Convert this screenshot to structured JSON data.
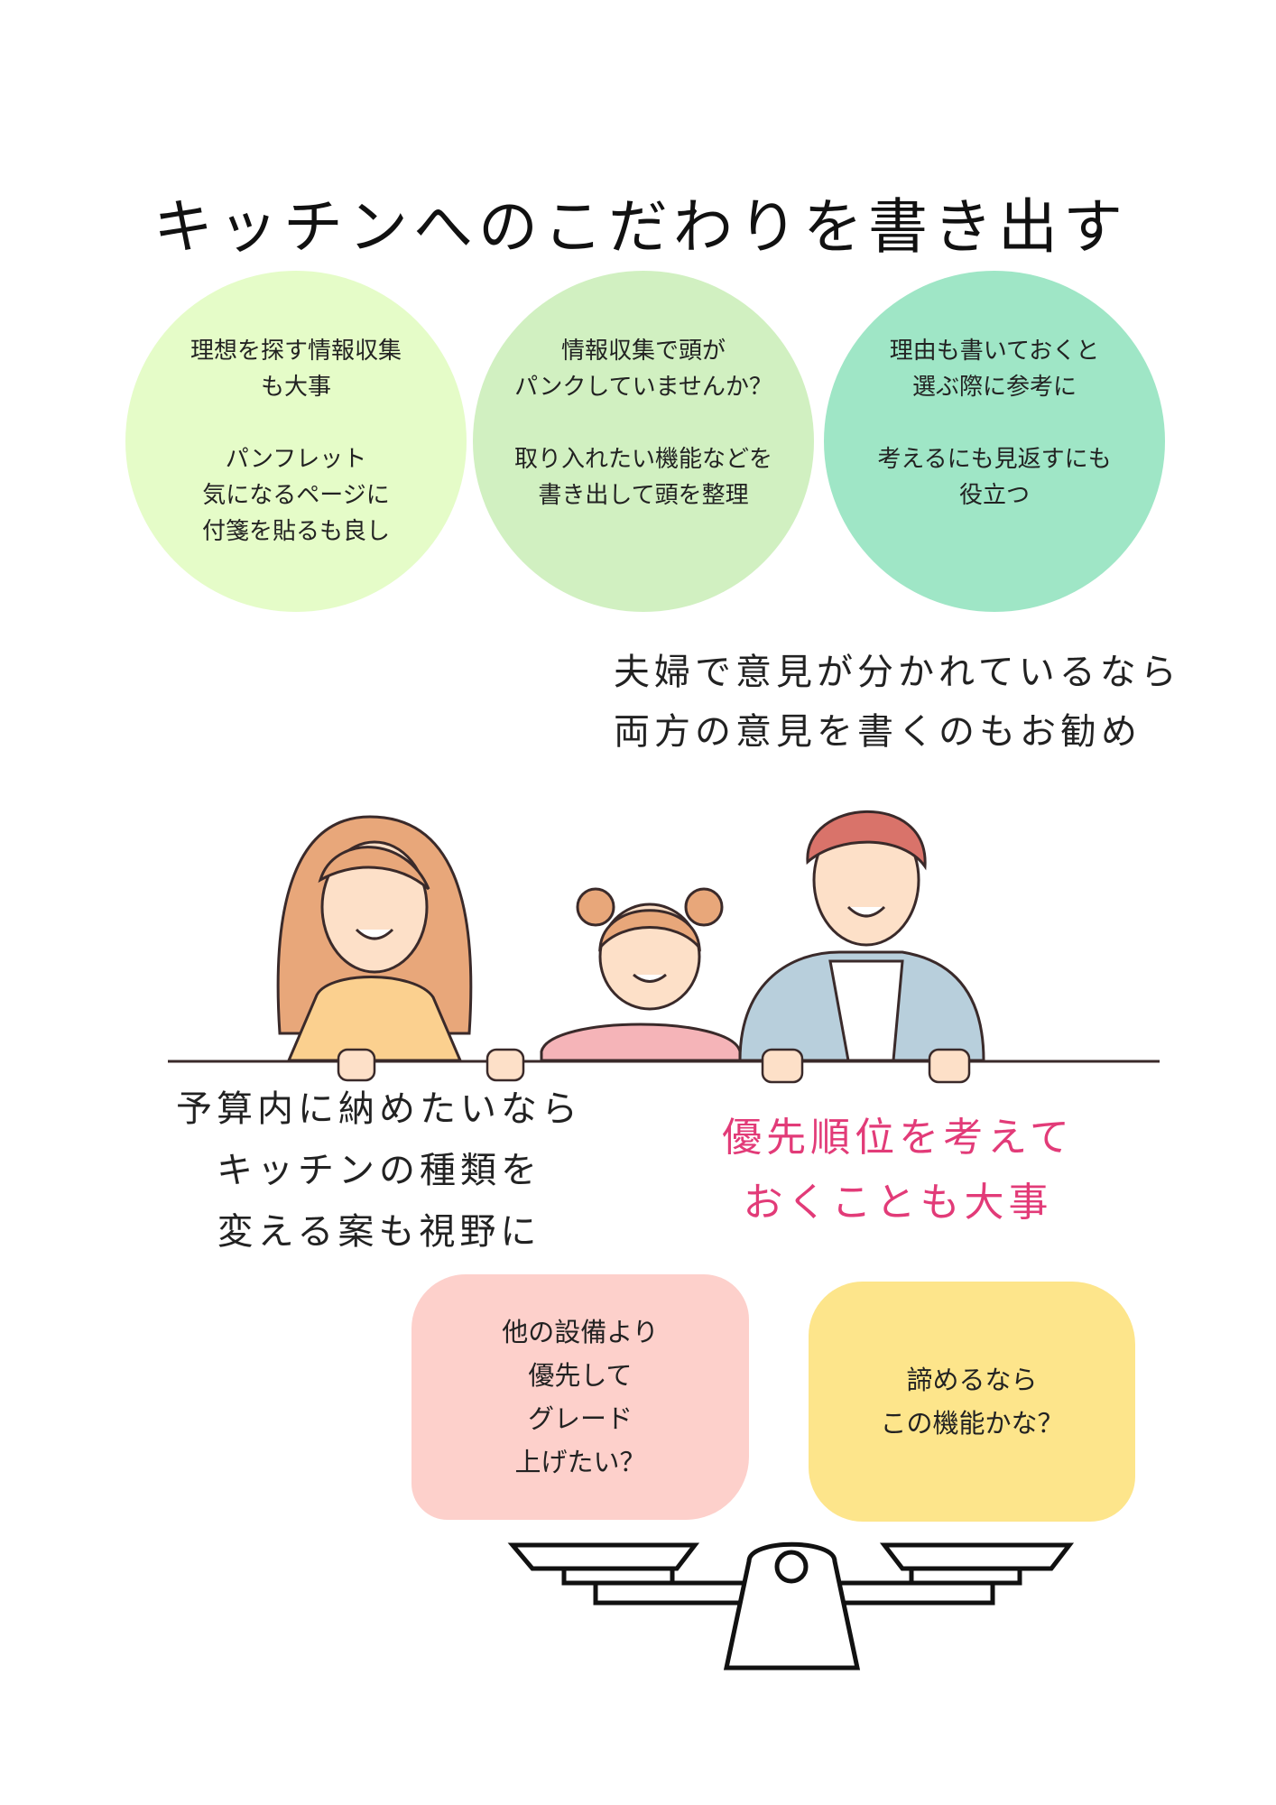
{
  "title": "キッチンへのこだわりを書き出す",
  "circles": [
    {
      "lines_a": [
        "理想を探す情報収集",
        "も大事"
      ],
      "lines_b": [
        "パンフレット",
        "気になるページに",
        "付箋を貼るも良し"
      ],
      "color": "#e5fcc8"
    },
    {
      "lines_a": [
        "情報収集で頭が",
        "パンクしていませんか？"
      ],
      "lines_b": [
        "取り入れたい機能などを",
        "書き出して頭を整理"
      ],
      "color": "#d1f0c1"
    },
    {
      "lines_a": [
        "理由も書いておくと",
        "選ぶ際に参考に"
      ],
      "lines_b": [
        "考えるにも見返すにも",
        "役立つ"
      ],
      "color": "#9fe6c6"
    }
  ],
  "couple_note": [
    "夫婦で意見が分かれているなら",
    "両方の意見を書くのもお勧め"
  ],
  "budget_note": [
    "予算内に納めたいなら",
    "キッチンの種類を",
    "変える案も視野に"
  ],
  "priority_note": [
    "優先順位を考えて",
    "おくことも大事"
  ],
  "priority_color": "#e23b78",
  "pink_box": [
    "他の設備より",
    "優先して",
    "グレード",
    "上げたい？"
  ],
  "yellow_box": [
    "諦めるなら",
    "この機能かな？"
  ]
}
